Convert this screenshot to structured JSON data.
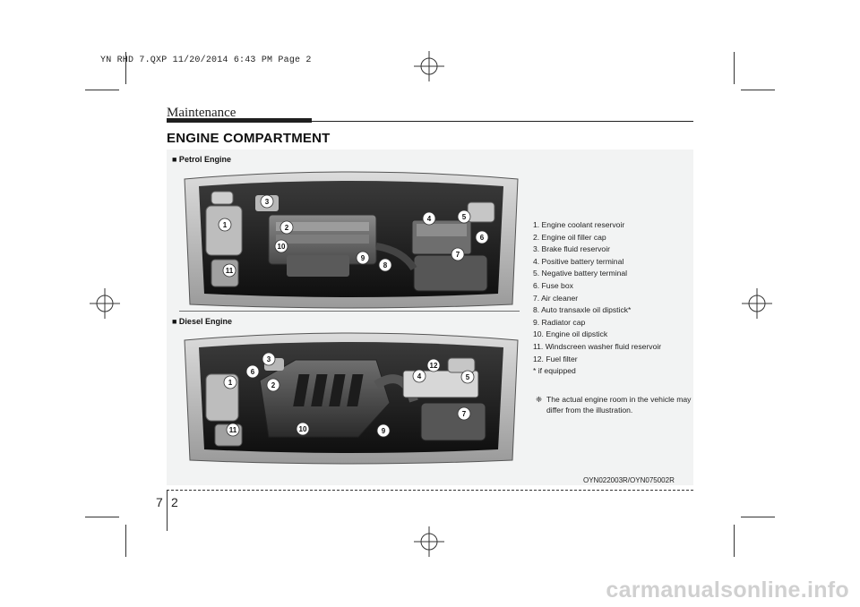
{
  "slug": "YN RHD 7.QXP  11/20/2014  6:43 PM  Page 2",
  "section": "Maintenance",
  "title": "ENGINE COMPARTMENT",
  "petrol": {
    "heading": "■ Petrol Engine",
    "callouts": [
      "1",
      "2",
      "3",
      "4",
      "5",
      "6",
      "7",
      "8",
      "9",
      "10",
      "11"
    ]
  },
  "diesel": {
    "heading": "■ Diesel Engine",
    "callouts": [
      "1",
      "2",
      "3",
      "4",
      "5",
      "6",
      "7",
      "9",
      "10",
      "11",
      "12"
    ]
  },
  "items": [
    "1. Engine coolant reservoir",
    "2. Engine oil filler cap",
    "3. Brake fluid reservoir",
    "4. Positive battery terminal",
    "5. Negative battery terminal",
    "6. Fuse box",
    "7. Air cleaner",
    "8. Auto transaxle oil dipstick*",
    "9. Radiator cap",
    "10. Engine oil dipstick",
    "11. Windscreen washer fluid reservoir",
    "12. Fuel filter",
    "* if equipped"
  ],
  "note": {
    "symbol": "❈",
    "text": "The actual engine room in the vehicle may differ from the illustration."
  },
  "figure_code": "OYN022003R/OYN075002R",
  "page": {
    "chapter": "7",
    "number": "2"
  },
  "watermark": "carmanualsonline.info"
}
